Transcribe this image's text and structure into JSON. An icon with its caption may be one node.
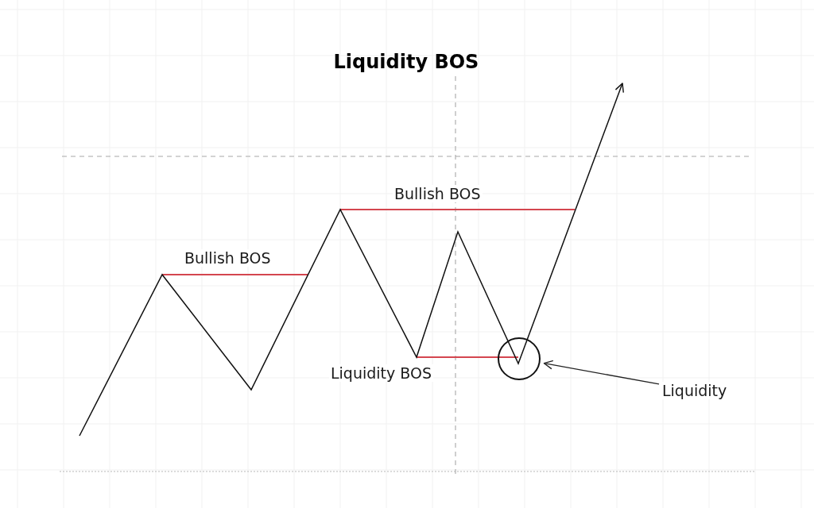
{
  "diagram": {
    "title": "Liquidity BOS",
    "nodes": [
      {
        "text": [],
        "shape": "circle"
      },
      {
        "text": [
          "Liquidity"
        ]
      }
    ],
    "edges": [
      {
        "from": 1,
        "to": 0,
        "arrow": "to"
      }
    ],
    "labels": [
      "Bullish BOS",
      "Bullish BOS",
      "Liquidity BOS"
    ]
  }
}
